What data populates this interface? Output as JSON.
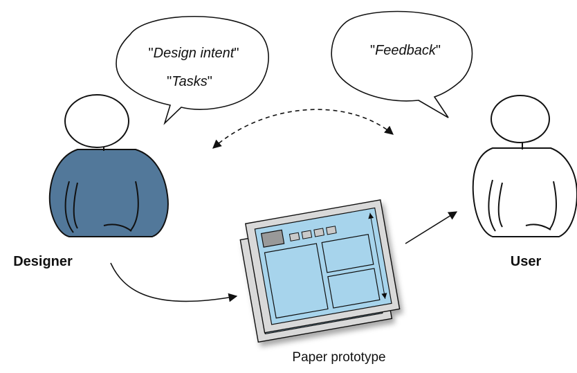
{
  "designer": {
    "label": "Designer",
    "speech": {
      "line1_quote_open": "\"",
      "line1_text": "Design intent",
      "line1_quote_close": "\"",
      "line2_quote_open": "\"",
      "line2_text": "Tasks",
      "line2_quote_close": "\""
    },
    "fill_color": "#52789a"
  },
  "user": {
    "label": "User",
    "speech": {
      "quote_open": "\"",
      "text": "Feedback",
      "quote_close": "\""
    }
  },
  "prototype": {
    "label": "Paper prototype",
    "screen_color": "#a7d4ec",
    "paper_color": "#d9d9d9"
  }
}
